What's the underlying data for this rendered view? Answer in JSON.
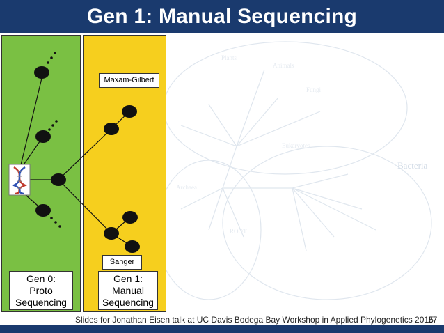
{
  "title": "Gen 1: Manual Sequencing",
  "labels": {
    "maxam_gilbert": "Maxam-Gilbert",
    "sanger": "Sanger",
    "gen0": [
      "Gen 0:",
      "Proto",
      "Sequencing"
    ],
    "gen1": [
      "Gen 1:",
      "Manual",
      "Sequencing"
    ]
  },
  "footer": "Slides for Jonathan Eisen talk at UC Davis Bodega Bay Workshop in Applied Phylogenetics 2015",
  "page_number": "27",
  "tree_labels": [
    "Archaea",
    "Bacteria",
    "Eukaryotes",
    "Plants",
    "Animals",
    "Fungi",
    "ROOT"
  ],
  "colors": {
    "title_bar": "#1a3a6e",
    "gen0_panel": "#7ac043",
    "gen1_panel": "#f6cf1e",
    "node": "#111111"
  }
}
